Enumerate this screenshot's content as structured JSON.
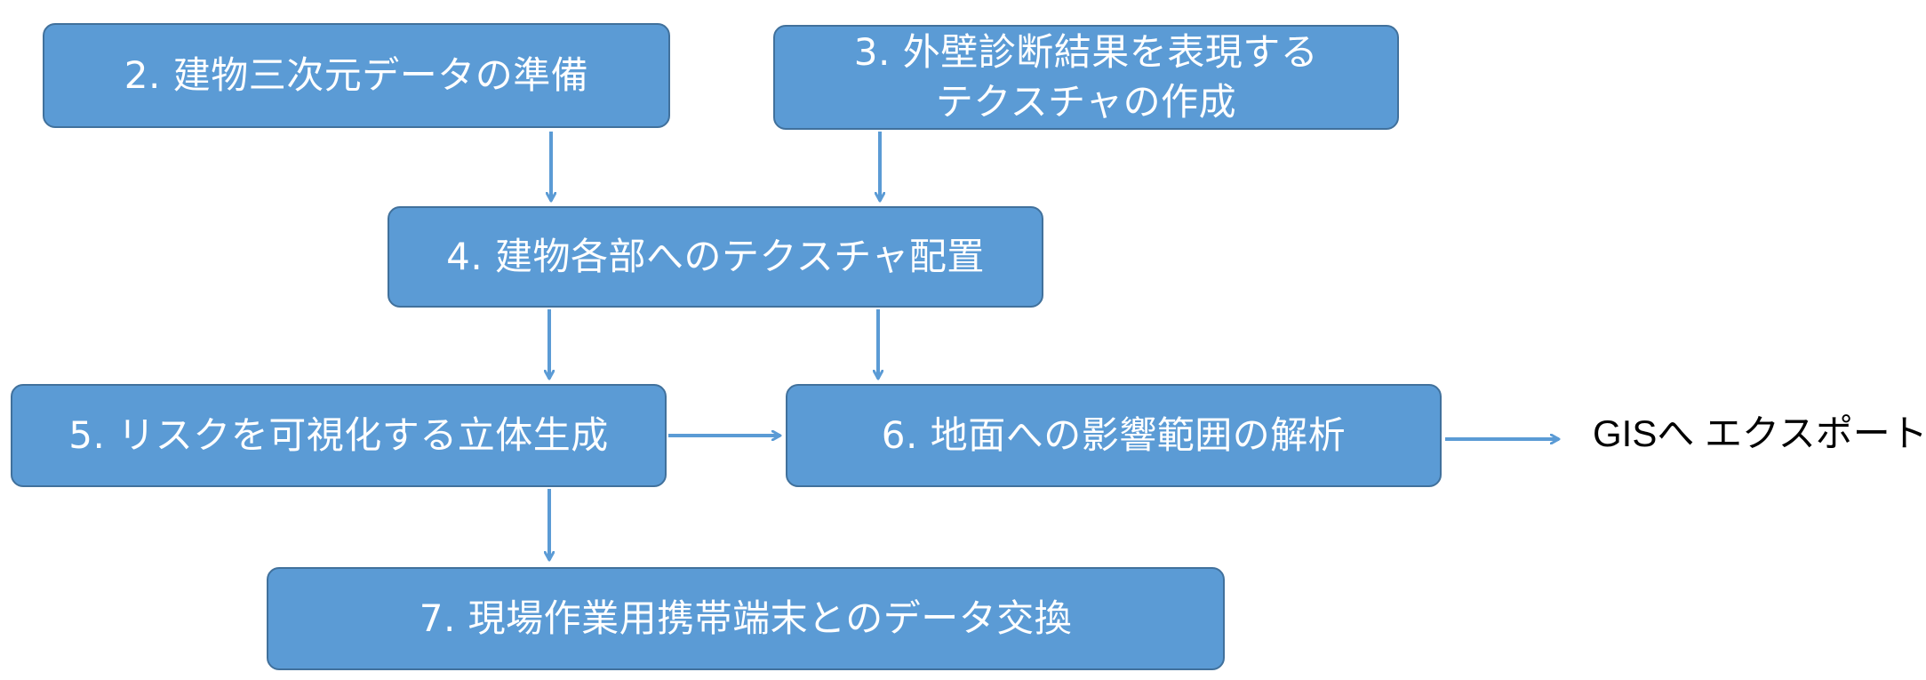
{
  "colors": {
    "box_fill": "#5b9bd5",
    "box_border": "#41719c",
    "box_text": "#ffffff",
    "arrow": "#5b9bd5",
    "label_text": "#000000"
  },
  "boxes": {
    "b2": "2. 建物三次元データの準備",
    "b3": "3. 外壁診断結果を表現する\nテクスチャの作成",
    "b4": "4. 建物各部へのテクスチャ配置",
    "b5": "5. リスクを可視化する立体生成",
    "b6": "6. 地面への影響範囲の解析",
    "b7": "7. 現場作業用携帯端末とのデータ交換"
  },
  "external": {
    "label": "GISへ エクスポート"
  },
  "edges": [
    {
      "from": "b2",
      "to": "b4"
    },
    {
      "from": "b3",
      "to": "b4"
    },
    {
      "from": "b4",
      "to": "b5"
    },
    {
      "from": "b4",
      "to": "b6"
    },
    {
      "from": "b5",
      "to": "b6"
    },
    {
      "from": "b5",
      "to": "b7"
    },
    {
      "from": "b6",
      "to": "external"
    }
  ]
}
